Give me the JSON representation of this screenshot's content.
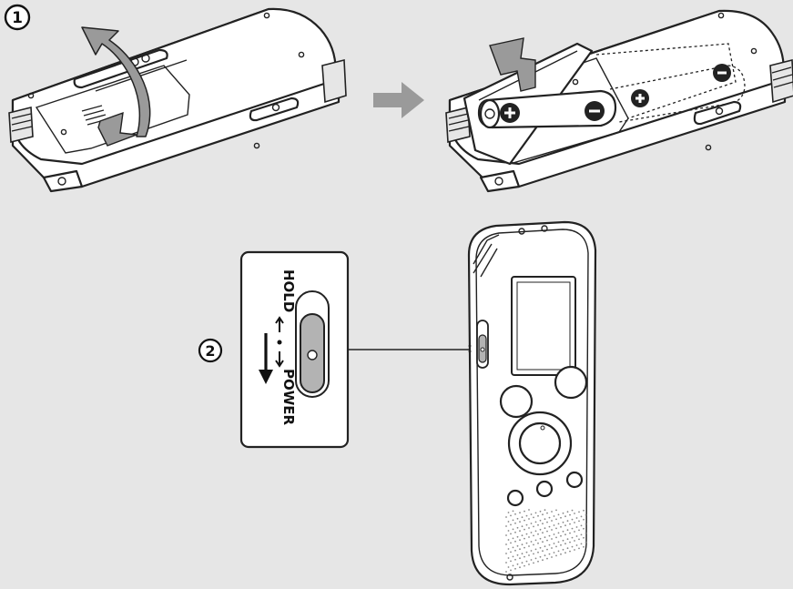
{
  "steps": {
    "step1_marker": "1",
    "step2_marker": "2"
  },
  "switch_panel": {
    "hold_label": "HOLD",
    "power_label": "POWER"
  },
  "device_markings": {
    "battery_label_1": "",
    "battery_label_2": ""
  },
  "colors": {
    "background": "#e6e6e6",
    "device_body": "#ffffff",
    "outline": "#222222",
    "arrow_grey": "#9a9a9a",
    "switch_knob": "#b3b3b3"
  },
  "icons": [
    "curved-arrow-icon",
    "direction-arrow-icon",
    "down-arrow-icon",
    "battery-plus-icon",
    "battery-minus-icon"
  ]
}
